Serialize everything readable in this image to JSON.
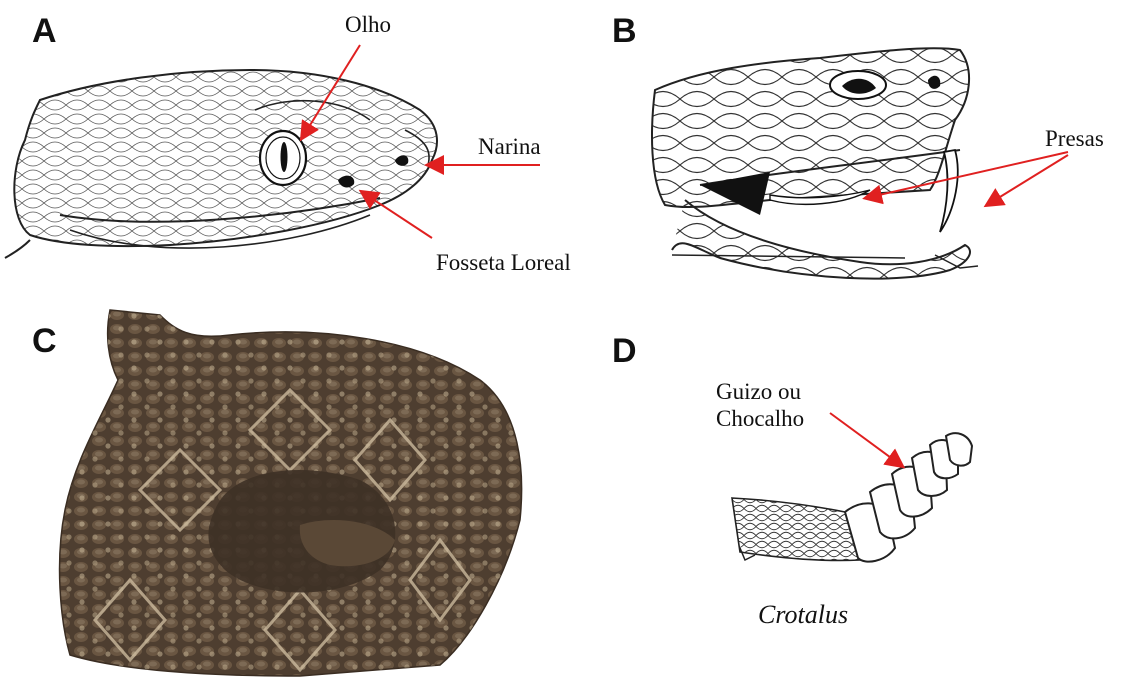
{
  "panels": {
    "a": {
      "letter": "A",
      "labels": {
        "eye": "Olho",
        "nostril": "Narina",
        "pit": "Fosseta Loreal"
      }
    },
    "b": {
      "letter": "B",
      "labels": {
        "fangs": "Presas"
      }
    },
    "c": {
      "letter": "C"
    },
    "d": {
      "letter": "D",
      "labels": {
        "rattle": "Guizo ou\nChocalho",
        "genus": "Crotalus"
      }
    }
  },
  "colors": {
    "arrow": "#e02020",
    "ink": "#1a1a1a",
    "snake_dark": "#4a3a2c",
    "snake_light": "#a8957c"
  }
}
